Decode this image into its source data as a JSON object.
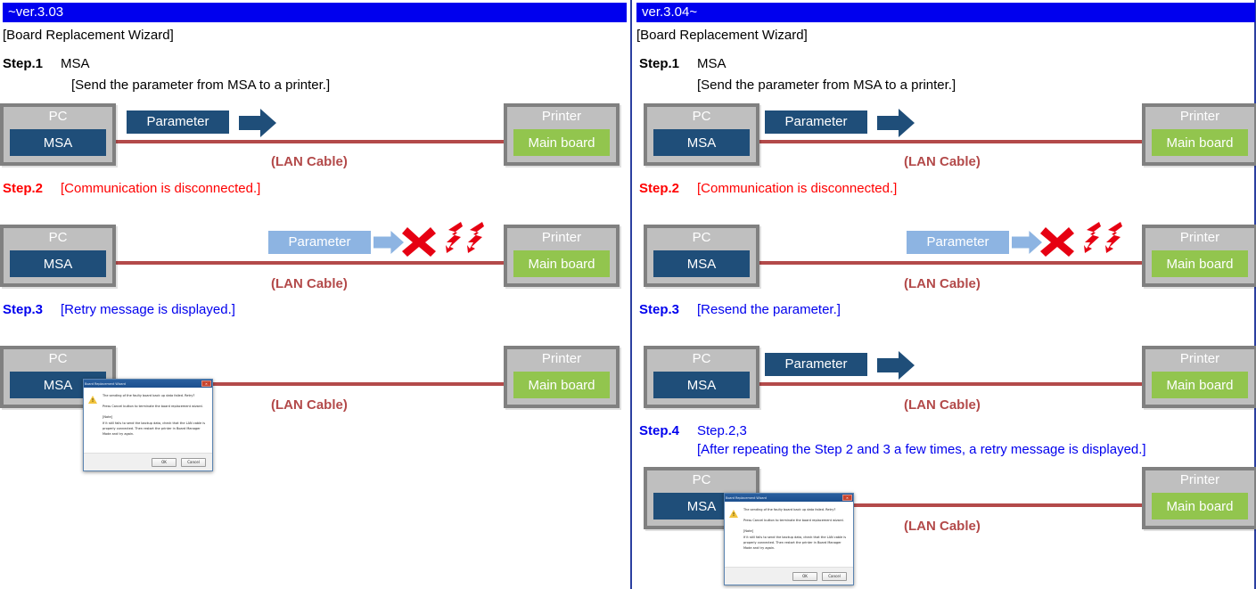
{
  "panels": [
    {
      "version": "~ver.3.03",
      "subtitle": "[Board Replacement Wizard]",
      "steps": [
        {
          "label": "Step.1",
          "title": "MSA",
          "desc": "[Send the parameter from MSA to a printer.]",
          "color": "#000000"
        },
        {
          "label": "Step.2",
          "title": "[Communication is disconnected.]",
          "desc": "",
          "color": "#ff0000"
        },
        {
          "label": "Step.3",
          "title": "[Retry message is displayed.]",
          "desc": "",
          "color": "#0000ee"
        }
      ]
    },
    {
      "version": "ver.3.04~",
      "subtitle": "[Board Replacement Wizard]",
      "steps": [
        {
          "label": "Step.1",
          "title": "MSA",
          "desc": "[Send the parameter from MSA to a printer.]",
          "color": "#000000"
        },
        {
          "label": "Step.2",
          "title": "[Communication is disconnected.]",
          "desc": "",
          "color": "#ff0000"
        },
        {
          "label": "Step.3",
          "title": "[Resend the parameter.]",
          "desc": "",
          "color": "#0000ee"
        },
        {
          "label": "Step.4",
          "title": "Step.2,3",
          "desc": "[After repeating the Step 2 and 3 a few times, a retry message is displayed.]",
          "color": "#0000ee"
        }
      ]
    }
  ],
  "device": {
    "pc_caption": "PC",
    "pc_screen": "MSA",
    "printer_caption": "Printer",
    "printer_screen": "Main board"
  },
  "flow": {
    "parameter_label": "Parameter",
    "cable_label": "(LAN Cable)"
  },
  "dialog": {
    "title": "Board Replacement Wizard",
    "close_label": "✕",
    "line1": "The sending of the faulty board back up data failed. Retry?",
    "line2": "Press Cancel button to terminate the board replacement wizard.",
    "note_head": "[Note]",
    "note_body": "If it still fails to send the backup data, check that the LAN cable is properly connected. Then restart the printer in Board Manager Mode and try again.",
    "ok_label": "OK",
    "cancel_label": "Cancel"
  },
  "colors": {
    "header_blue": "#0000ee",
    "device_gray": "#808080",
    "device_bezel": "#bfbfbf",
    "msa_blue": "#1f4e79",
    "mainboard_green": "#92c54e",
    "cable_red": "#b34a4a",
    "param_dark": "#1f4e79",
    "param_light": "#8db4e2",
    "error_red": "#ff0000"
  }
}
